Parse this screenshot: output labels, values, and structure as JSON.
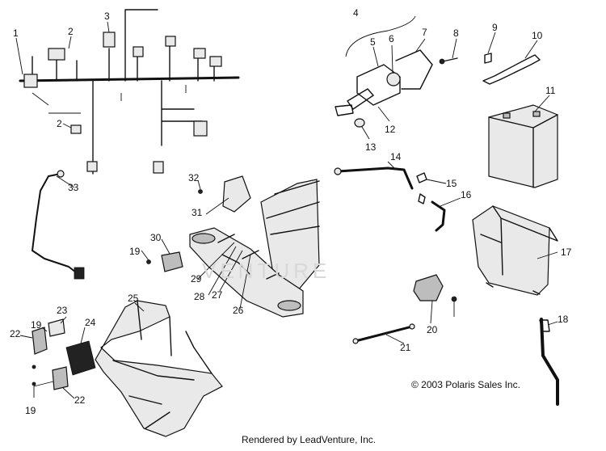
{
  "callouts": [
    "1",
    "2",
    "2",
    "3",
    "4",
    "5",
    "6",
    "7",
    "8",
    "9",
    "10",
    "11",
    "12",
    "13",
    "14",
    "15",
    "16",
    "17",
    "18",
    "19",
    "19",
    "19",
    "20",
    "21",
    "22",
    "22",
    "23",
    "24",
    "25",
    "26",
    "27",
    "28",
    "29",
    "30",
    "31",
    "32",
    "33"
  ],
  "watermark": "VENTURE",
  "copyright": "© 2003 Polaris Sales Inc.",
  "rendered_by": "Rendered by LeadVenture, Inc."
}
